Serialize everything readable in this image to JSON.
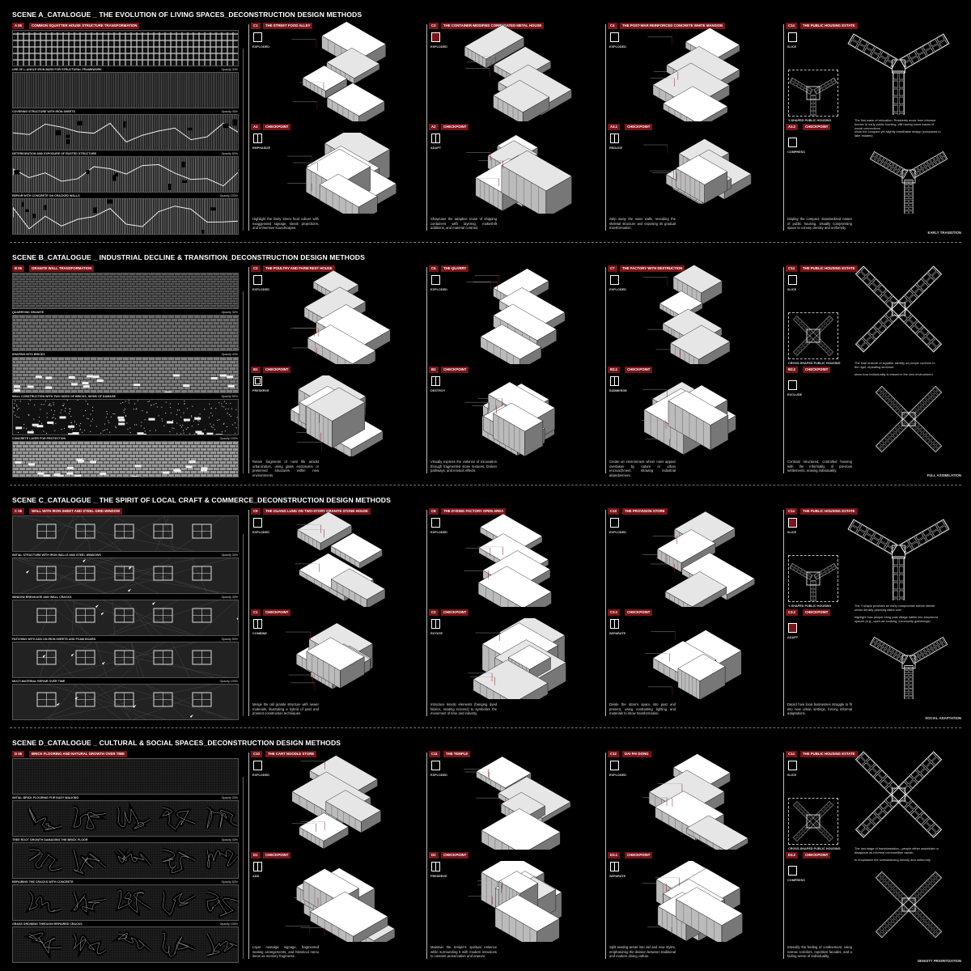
{
  "colors": {
    "background": "#000000",
    "accent": "#7a1418",
    "line": "#ffffff"
  },
  "scenes": [
    {
      "title": "SCENE A_CATALOGUE _ THE EVOLUTION OF LIVING SPACES_DECONSTRUCTION DESIGN METHODS",
      "left": {
        "code": "A 06",
        "title": "COMMON SQUATTER HOUSE STRUCTURE TRANSFORMATION",
        "strips": [
          {
            "label": "USE OF L-ANGLE IRON BARS FOR STRUCTURAL FRAMEWORK",
            "opacity": "Opacity 30%"
          },
          {
            "label": "COVERING STRUCTURE WITH IRON SHEETS",
            "opacity": "Opacity 40%"
          },
          {
            "label": "DETERIORATION AND EXPOSURE OF RUSTED STRUCTURE",
            "opacity": "Opacity 50%"
          },
          {
            "label": "REPAIR WITH CONCRETE ON CRACKED WALLS",
            "opacity": "Opacity 100%"
          },
          {
            "label": "",
            "opacity": ""
          }
        ]
      },
      "columns": [
        {
          "code": "C1",
          "name": "THE STREET FOOD ALLEY",
          "top_method": "EXPLODED",
          "cp_code": "A1",
          "cp_label": "CHECKPOINT",
          "method": "EMPHASIZE",
          "icon": "exploded-icon",
          "desc": "Highlight the lively street food culture with exaggerated signage, steam projections, and immersive soundscapes."
        },
        {
          "code": "C3",
          "name": "THE CONTAINER-MODIFIED CORRUGATED METAL HOUSE",
          "top_method": "EXPLODED",
          "cp_code": "A2",
          "cp_label": "CHECKPOINT",
          "method": "ADAPT",
          "icon": "adapt-icon",
          "desc": "Showcase the adaptive reuse of shipping containers with layering, makeshift additions, and material contrast."
        },
        {
          "code": "C4",
          "name": "THE POST-WAR REINFORCED CONCRETE WHITE MANSION",
          "top_method": "EXPLODED",
          "cp_code": "A3.1",
          "cp_label": "CHECKPOINT",
          "method": "REDUCE",
          "icon": "reduce-icon",
          "desc": "Strip away the outer walls, revealing the skeletal structure and exposing its gradual transformation."
        }
      ],
      "housing": {
        "code": "C14",
        "name": "THE PUBLIC HOUSING ESTATE",
        "top_method": "SLICE",
        "cp_code": "A3.2",
        "cp_label": "CHECKPOINT",
        "method": "COMPRESS",
        "shape": "Y",
        "plan_label": "Y-SHAPED PUBLIC HOUSING",
        "note": "The first wave of relocation: Residents move from informal homes to early public housing, still having some traces of social connections.",
        "note2": "show the compact yet slightly breathable design (compared to later estates)",
        "desc": "Display the compact, standardized nature of public housing, visually compressing space to convey density and uniformity.",
        "stage": "EARLY TRANSITION"
      }
    },
    {
      "title": "SCENE B_CATALOGUE _ INDUSTRIAL DECLINE & TRANSITION_DECONSTRUCTION DESIGN METHODS",
      "left": {
        "code": "B 06",
        "title": "GRANITE WALL TRANSFORMATION",
        "strips": [
          {
            "label": "QUARRYING GRANITE",
            "opacity": "Opacity 30%"
          },
          {
            "label": "SHAPING INTO BRICKS",
            "opacity": "Opacity 40%"
          },
          {
            "label": "WALL CONSTRUCTION WITH TWO SIZES OF BRICKS_SIGNS OF DAMAGE",
            "opacity": "Opacity 50%"
          },
          {
            "label": "CONCRETE LAYER FOR PROTECTION",
            "opacity": "Opacity 100%"
          },
          {
            "label": "",
            "opacity": ""
          }
        ]
      },
      "columns": [
        {
          "code": "C2",
          "name": "THE POULTRY AND FARM REST HOUSE",
          "top_method": "EXPLODED",
          "cp_code": "B1",
          "cp_label": "CHECKPOINT",
          "method": "PRESERVE",
          "icon": "preserve-icon",
          "desc": "Retain fragments of rural life amidst urbanization, using glass enclosures or preserved structures within new environments."
        },
        {
          "code": "C6",
          "name": "THE QUARRY",
          "top_method": "EXPLODED",
          "cp_code": "B2",
          "cp_label": "CHECKPOINT",
          "method": "DESTROY",
          "icon": "destroy-icon",
          "desc": "Visually express the violence of excavation through fragmented stone textures, broken pathways, and erosion effects."
        },
        {
          "code": "C7",
          "name": "THE FACTORY WITH DESTRUCTION",
          "top_method": "EXPLODED",
          "cp_code": "B3.1",
          "cp_label": "CHECKPOINT",
          "method": "SUBMERGE",
          "icon": "submerge-icon",
          "desc": "Create an environment where ruins appear overtaken by nature or urban encroachment, showing industrial abandonment."
        }
      ],
      "housing": {
        "code": "C14",
        "name": "THE PUBLIC HOUSING ESTATE",
        "top_method": "SLICE",
        "cp_code": "B3.2",
        "cp_label": "CHECKPOINT",
        "method": "EXCLUDE",
        "shape": "X",
        "plan_label": "CROSS-SHAPED PUBLIC HOUSING",
        "note": "The final erasure of squatter identity as people conform to the rigid, repeating structure.",
        "note2": "show how individuality is erased in the new environment",
        "desc": "Contrast structured, controlled housing with the informality of previous settlements, erasing individuality.",
        "stage": "FULL ASSIMILATION"
      }
    },
    {
      "title": "SCENE C_CATALOGUE _ THE SPIRIT OF LOCAL CRAFT & COMMERCE_DECONSTRUCTION DESIGN METHODS",
      "left": {
        "code": "C 06",
        "title": "WALL WITH IRON SHEET AND STEEL GRID WINDOW",
        "strips": [
          {
            "label": "INITIAL STRUCTURE WITH IRON WALLS AND STEEL WINDOWS",
            "opacity": "Opacity 30%"
          },
          {
            "label": "WINDOW BREAKAGE AND WALL CRACKS",
            "opacity": "Opacity 40%"
          },
          {
            "label": "PATCHING WITH ADD ON IRON SHEETS AND FOAM BOARD",
            "opacity": "Opacity 50%"
          },
          {
            "label": "MULTI-MATERIAL REPAIR OVER TIME",
            "opacity": "Opacity 100%"
          },
          {
            "label": "",
            "opacity": ""
          }
        ]
      },
      "columns": [
        {
          "code": "C5",
          "name": "THE GUANG LUNG ON TWO-STORY GRANITE STONE HOUSE",
          "top_method": "EXPLODED",
          "cp_code": "C1",
          "cp_label": "CHECKPOINT",
          "method": "COMBINE",
          "icon": "combine-icon",
          "desc": "Merge the old granite structure with newer materials, illustrating a hybrid of past and present construction techniques."
        },
        {
          "code": "C8",
          "name": "THE DYEING FACTORY OPEN AREA",
          "top_method": "EXPLODED",
          "cp_code": "C2",
          "cp_label": "CHECKPOINT",
          "method": "ROTATE",
          "icon": "rotate-icon",
          "desc": "Introduce kinetic elements (hanging dyed fabrics, rotating screens) to symbolize the movement of time and industry."
        },
        {
          "code": "C13",
          "name": "THE PROVISION STORE",
          "top_method": "EXPLODED",
          "cp_code": "C3.1",
          "cp_label": "CHECKPOINT",
          "method": "SEPARATE",
          "icon": "separate-icon",
          "desc": "Divide the store's space into past and present, using contrasting lighting and materials to show transformation."
        }
      ],
      "housing": {
        "code": "C14",
        "name": "THE PUBLIC HOUSING ESTATE",
        "top_method": "SLICE",
        "cp_code": "C3.2",
        "cp_label": "CHECKPOINT",
        "method": "ADAPT",
        "shape": "Y",
        "plan_label": "Y-SHAPED PUBLIC HOUSING",
        "note": "The Y-shape provides an early compromise before stricter urban density planning takes over",
        "note2": "highlight how people bring past village habits into structured spaces (e.g., open-air cooking, community gatherings)",
        "desc": "Depict how local businesses struggle to fit into new urban settings, forcing informal adaptations.",
        "stage": "SOCIAL ADAPTATION"
      }
    },
    {
      "title": "SCENE D_CATALOGUE _ CULTURAL & SOCIAL SPACES_DECONSTRUCTION DESIGN METHODS",
      "left": {
        "code": "D 06",
        "title": "BRICK FLOORING AND NATURAL GROWTH OVER TIME",
        "strips": [
          {
            "label": "INITIAL BRICK FLOORING FOR EASY WALKING",
            "opacity": "Opacity 30%"
          },
          {
            "label": "TREE ROOT GROWTH DAMAGING THE BRICK FLOOR",
            "opacity": "Opacity 40%"
          },
          {
            "label": "REPAIRING THE CRACKS WITH CONCRETE",
            "opacity": "Opacity 50%"
          },
          {
            "label": "GRASS GROWING THROUGH REPAIRED CRACKS",
            "opacity": "Opacity 100%"
          },
          {
            "label": "",
            "opacity": ""
          }
        ]
      },
      "columns": [
        {
          "code": "C10",
          "name": "THE CART NOODLE STORE",
          "top_method": "EXPLODED",
          "cp_code": "D1",
          "cp_label": "CHECKPOINT",
          "method": "ADD",
          "icon": "add-icon",
          "desc": "Layer nostalgic signage, fragmented seating arrangements, and historical menu items as memory fragments."
        },
        {
          "code": "C11",
          "name": "THE TEMPLE",
          "top_method": "EXPLODED",
          "cp_code": "D2",
          "cp_label": "CHECKPOINT",
          "method": "PRESERVE",
          "icon": "preserve-icon",
          "desc": "Maintain the temple's spiritual essence while surrounding it with modern intrusions to contrast preservation and erasure."
        },
        {
          "code": "C12",
          "name": "DAI PAI DONG",
          "top_method": "EXPLODED",
          "cp_code": "D3.1",
          "cp_label": "CHECKPOINT",
          "method": "SEPARATE",
          "icon": "separate-icon",
          "desc": "Split seating areas into old and new styles, emphasizing the division between traditional and modern dining culture."
        }
      ],
      "housing": {
        "code": "C14",
        "name": "THE PUBLIC HOUSING ESTATE",
        "top_method": "SLICE",
        "cp_code": "D3.2",
        "cp_label": "CHECKPOINT",
        "method": "COMPRESS",
        "shape": "X",
        "plan_label": "CROSS-SHAPED PUBLIC HOUSING",
        "note": "The last stage of transformation—people either assimilate or disappear as informal communities vanish.",
        "note2": "to emphasize the overwhelming density and uniformity",
        "desc": "Intensify the feeling of confinement, using narrow corridors, repetitive facades, and a fading sense of individuality.",
        "stage": "DENSITY PRIORITIZATION"
      }
    }
  ]
}
